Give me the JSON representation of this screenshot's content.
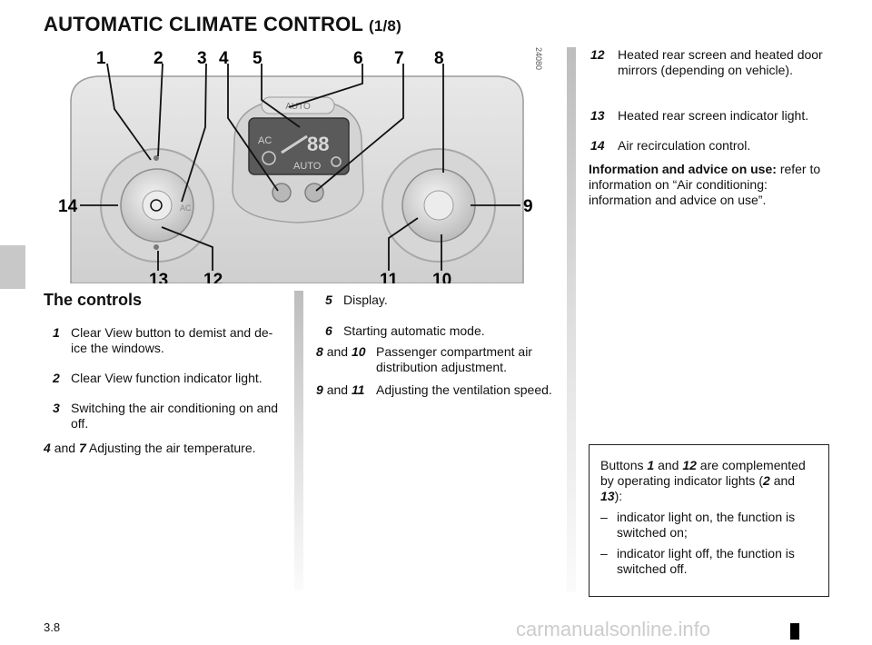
{
  "page": {
    "title": "AUTOMATIC CLIMATE CONTROL",
    "title_part": "(1/8)",
    "page_number": "3.8",
    "ref_code": "24080",
    "footer": "carmanualsonline.info"
  },
  "figure": {
    "callouts": [
      "1",
      "2",
      "3",
      "4",
      "5",
      "6",
      "7",
      "8",
      "9",
      "10",
      "11",
      "12",
      "13",
      "14"
    ],
    "panel_labels": {
      "auto_top": "AUTO",
      "ac_display": "AC",
      "digits": "88",
      "auto_display": "AUTO",
      "ac_button": "AC"
    }
  },
  "controls": {
    "heading": "The controls",
    "col1": [
      {
        "num": "1",
        "text": "Clear View button to demist and de-ice the windows."
      },
      {
        "num": "2",
        "text": "Clear View function indicator light."
      },
      {
        "num": "3",
        "text": "Switching the air conditioning on and off."
      }
    ],
    "item_4_7": {
      "n1": "4",
      "and": "and",
      "n2": "7",
      "text": "Adjusting the air temperature."
    },
    "col2": [
      {
        "num": "5",
        "text": "Display."
      },
      {
        "num": "6",
        "text": "Starting automatic mode."
      }
    ],
    "item_8_10": {
      "n1": "8",
      "and": "and",
      "n2": "10",
      "text": "Passenger compartment air distribution adjustment."
    },
    "item_9_11": {
      "n1": "9",
      "and": "and",
      "n2": "11",
      "text": "Adjusting the ventilation speed."
    },
    "col3": [
      {
        "num": "12",
        "text": "Heated rear screen and heated door mirrors (depending on vehicle)."
      },
      {
        "num": "13",
        "text": "Heated rear screen indicator light."
      },
      {
        "num": "14",
        "text": "Air recirculation control."
      }
    ],
    "info_label": "Information and advice on use:",
    "info_text": "refer to information on “Air conditioning: information and advice on use”."
  },
  "note_box": {
    "intro_a": "Buttons",
    "n1": "1",
    "and": "and",
    "n2": "12",
    "intro_b": "are complemented by operating indicator lights (",
    "n3": "2",
    "and2": "and",
    "n4": "13",
    "intro_c": "):",
    "bullets": [
      "indicator light on, the function is switched on;",
      "indicator light off, the function is switched off."
    ],
    "dash": "–"
  }
}
